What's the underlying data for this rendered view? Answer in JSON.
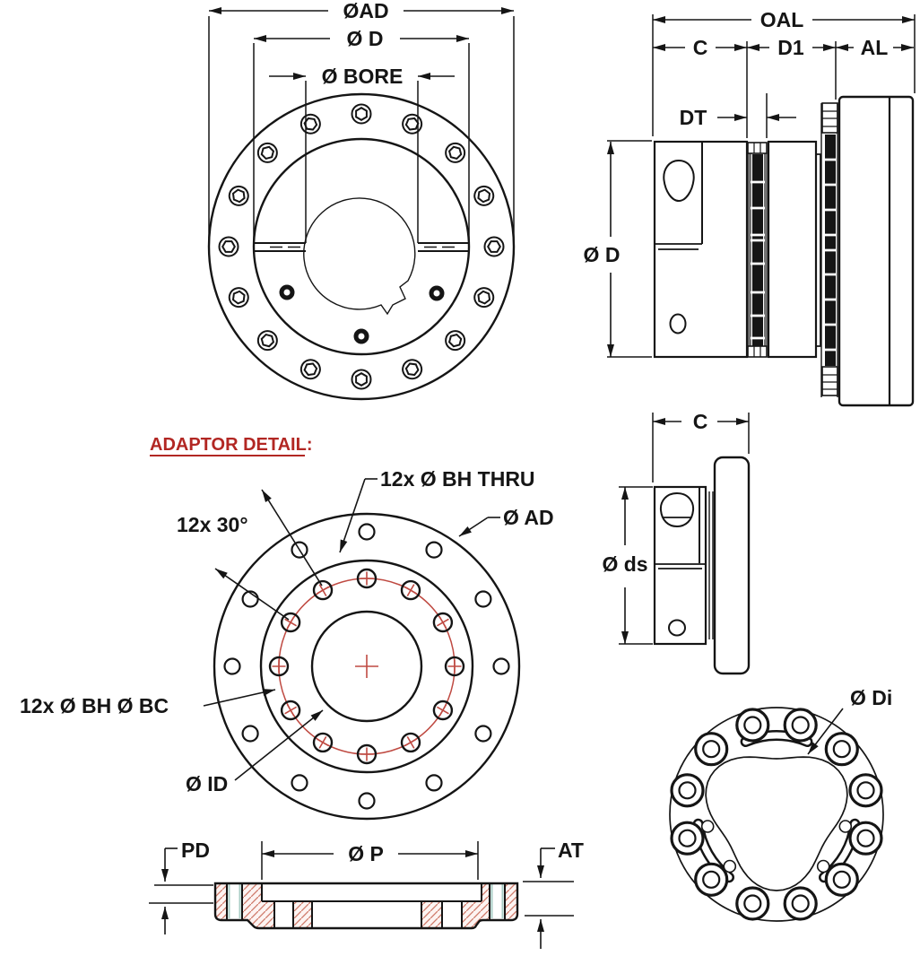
{
  "drawing": {
    "front_view": {
      "dim_ad": "ØAD",
      "dim_d": "Ø D",
      "dim_bore": "Ø BORE"
    },
    "side_view": {
      "dim_oal": "OAL",
      "dim_c": "C",
      "dim_d1": "D1",
      "dim_al": "AL",
      "dim_dt": "DT",
      "dim_d": "Ø D"
    },
    "adaptor_detail": {
      "title": "ADAPTOR DETAIL:",
      "bh_thru": "12x Ø BH THRU",
      "ad": "Ø AD",
      "angle": "12x 30°",
      "bh_bc": "12x Ø BH Ø BC",
      "id": "Ø ID"
    },
    "hub_view": {
      "dim_c": "C",
      "dim_ds": "Ø ds"
    },
    "element_view": {
      "di": "Ø Di"
    },
    "section_view": {
      "pd": "PD",
      "p": "Ø P",
      "at": "AT"
    }
  },
  "colors": {
    "ink": "#151515",
    "red": "#b22723",
    "red2": "#bf4a42",
    "hatch_line": "#cf7a6a",
    "hatch_fill": "#fdf4f2",
    "teal": "#a9cdc5"
  }
}
